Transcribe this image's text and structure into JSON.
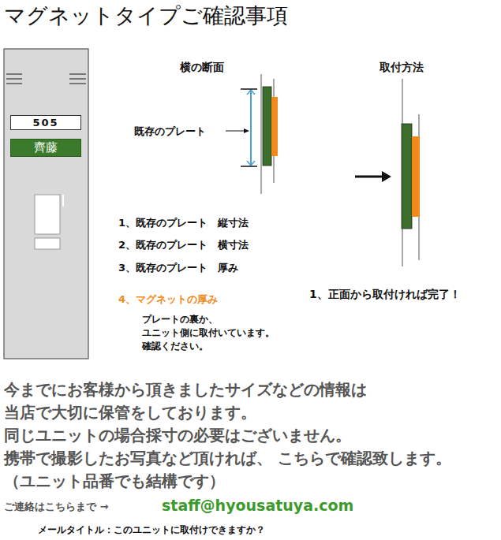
{
  "diagram": {
    "title": "マグネットタイプご確認事項",
    "nodes": [
      {
        "text": [
          "505"
        ]
      },
      {
        "text": [
          "齊藤"
        ]
      }
    ],
    "labels": [
      "横の断面",
      "取付方法",
      "既存のプレート",
      "1、既存のプレート　縦寸法",
      "2、既存のプレート　横寸法",
      "3、既存のプレート　厚み",
      "4、マグネットの厚み",
      "プレートの裏か、 ユニット側に取付いています。 確認ください。",
      "1、正面から取付ければ完了！",
      "今までにお客様から頂きましたサイズなどの情報は 当店で大切に保管をしております。 同じユニットの場合採寸の必要はございません。 携帯で撮影したお写真など頂ければ、 こちらで確認致します。（ユニット品番でも結構です）",
      "ご連絡はこちらまで →",
      "staff@hyousatuya.com",
      "メールタイトル：このユニットに取付けできますか？"
    ]
  }
}
